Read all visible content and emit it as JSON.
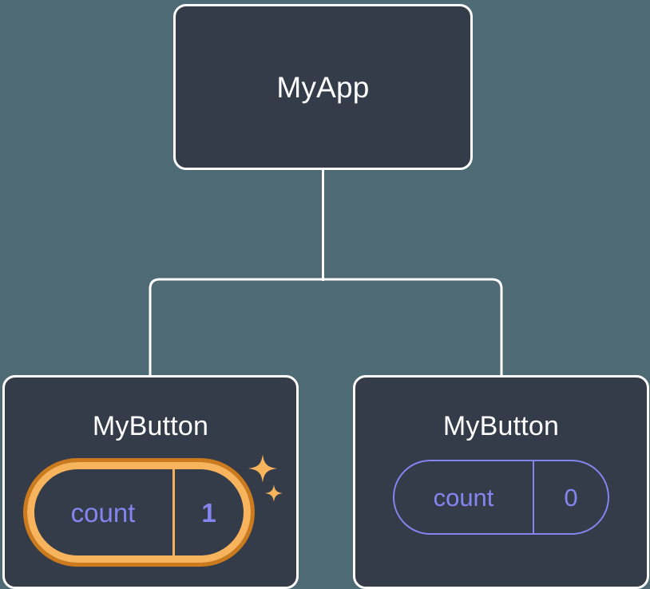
{
  "diagram": {
    "type": "component-tree",
    "background_color": "#4d6a75",
    "node_fill_color": "#343b49",
    "node_border_color": "#ffffff",
    "state_color": "#8585f0",
    "highlight_color_outer": "#cb7a1d",
    "highlight_color_inner": "#f8b45c",
    "sparkle_color": "#f8b45c"
  },
  "root": {
    "title": "MyApp"
  },
  "children": [
    {
      "title": "MyButton",
      "state": {
        "key": "count",
        "value": "1"
      },
      "highlighted": "true",
      "sparkle_icon": "sparkles-icon"
    },
    {
      "title": "MyButton",
      "state": {
        "key": "count",
        "value": "0"
      },
      "highlighted": "false"
    }
  ],
  "edges": [
    {
      "from": "MyApp",
      "to": "MyButton (left)"
    },
    {
      "from": "MyApp",
      "to": "MyButton (right)"
    }
  ]
}
